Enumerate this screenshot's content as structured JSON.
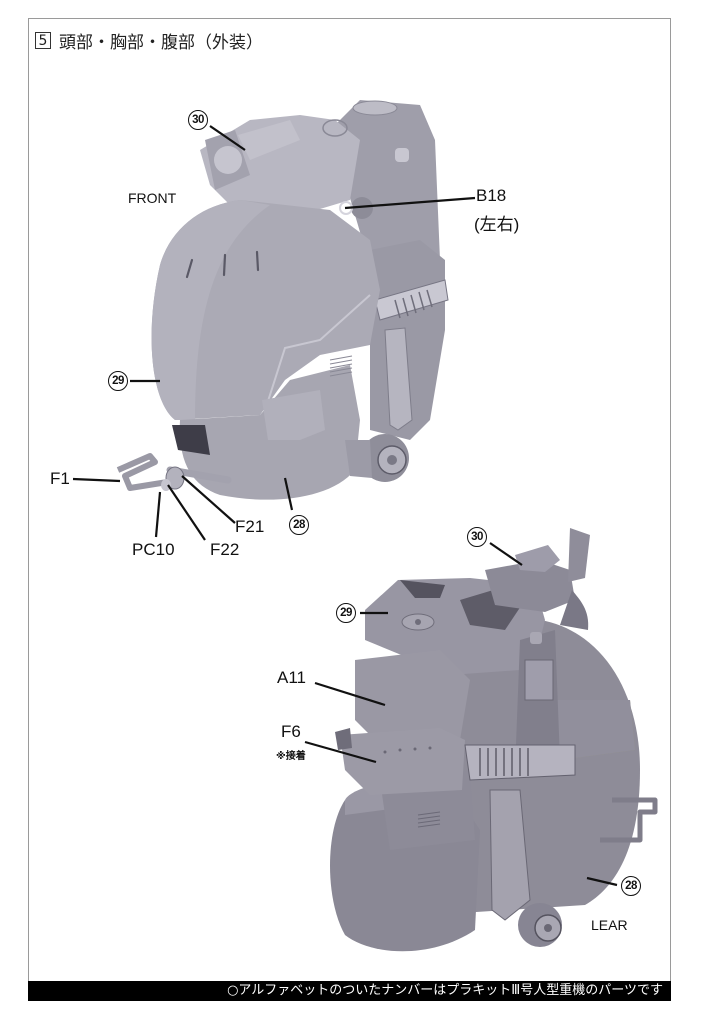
{
  "header": {
    "step_number": "5",
    "title": "頭部・胸部・腹部（外装）"
  },
  "footer": {
    "note": "○アルファベットのついたナンバーはプラキットⅢ号人型重機のパーツです"
  },
  "colors": {
    "upper_model": "#a9a8b3",
    "lower_model": "#8f8d99",
    "footer_bg": "#000000",
    "frame": "#9a9a9a"
  },
  "front_view": {
    "view_label": "FRONT",
    "callouts": [
      {
        "id": "30",
        "type": "circled_number"
      },
      {
        "id": "B18",
        "type": "part_code",
        "note": "(左右)"
      },
      {
        "id": "29",
        "type": "circled_number"
      },
      {
        "id": "F1",
        "type": "part_code"
      },
      {
        "id": "F21",
        "type": "part_code"
      },
      {
        "id": "PC10",
        "type": "part_code"
      },
      {
        "id": "F22",
        "type": "part_code"
      },
      {
        "id": "28",
        "type": "circled_number"
      }
    ]
  },
  "rear_view": {
    "view_label": "LEAR",
    "callouts": [
      {
        "id": "30",
        "type": "circled_number"
      },
      {
        "id": "29",
        "type": "circled_number"
      },
      {
        "id": "A11",
        "type": "part_code"
      },
      {
        "id": "F6",
        "type": "part_code",
        "note": "※接着"
      },
      {
        "id": "28",
        "type": "circled_number"
      }
    ]
  }
}
